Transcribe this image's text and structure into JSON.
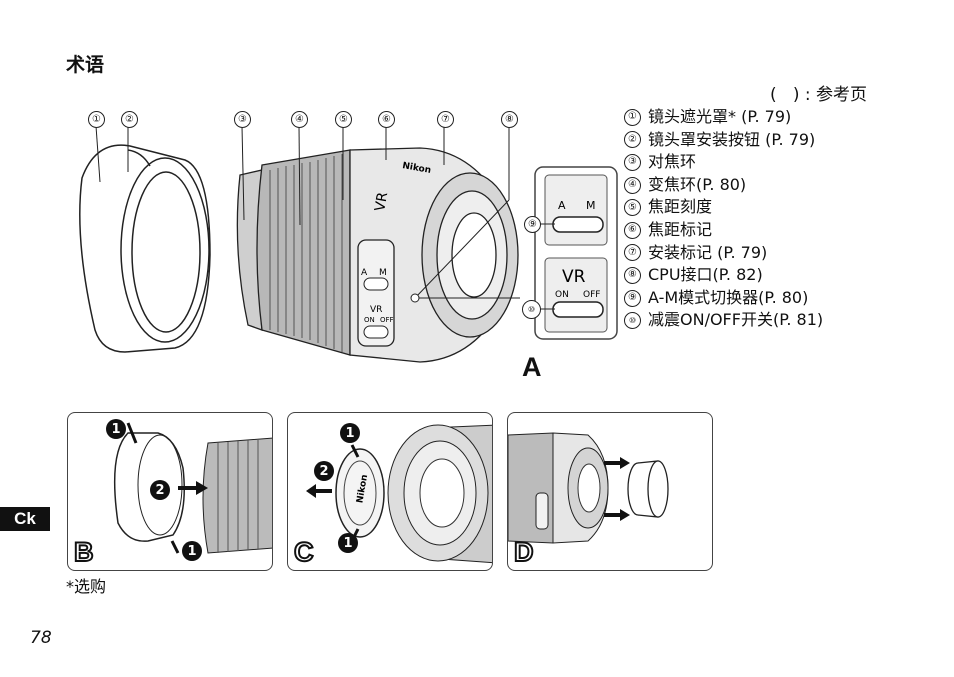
{
  "title": "术语",
  "legend_note": "(   ) : 参考页",
  "callout_numbers": [
    "①",
    "②",
    "③",
    "④",
    "⑤",
    "⑥",
    "⑦",
    "⑧",
    "⑨",
    "⑩"
  ],
  "parts": [
    {
      "num": "①",
      "label": "镜头遮光罩* (P. 79)"
    },
    {
      "num": "②",
      "label": "镜头罩安装按钮 (P. 79)"
    },
    {
      "num": "③",
      "label": "对焦环"
    },
    {
      "num": "④",
      "label": "变焦环(P. 80)"
    },
    {
      "num": "⑤",
      "label": "焦距刻度"
    },
    {
      "num": "⑥",
      "label": "焦距标记"
    },
    {
      "num": "⑦",
      "label": "安装标记 (P. 79)"
    },
    {
      "num": "⑧",
      "label": "CPU接口(P. 82)"
    },
    {
      "num": "⑨",
      "label": "A-M模式切换器(P. 80)"
    },
    {
      "num": "⑩",
      "label": "减震ON/OFF开关(P. 81)"
    }
  ],
  "switch_labels": {
    "a": "A",
    "m": "M",
    "vr": "VR",
    "on": "ON",
    "off": "OFF"
  },
  "lens_brand": "Nikon",
  "panels": {
    "a": "A",
    "b": "B",
    "c": "C",
    "d": "D",
    "step1": "1",
    "step2": "2"
  },
  "footnote": "*选购",
  "lang_tab": "Ck",
  "page_number": "78"
}
